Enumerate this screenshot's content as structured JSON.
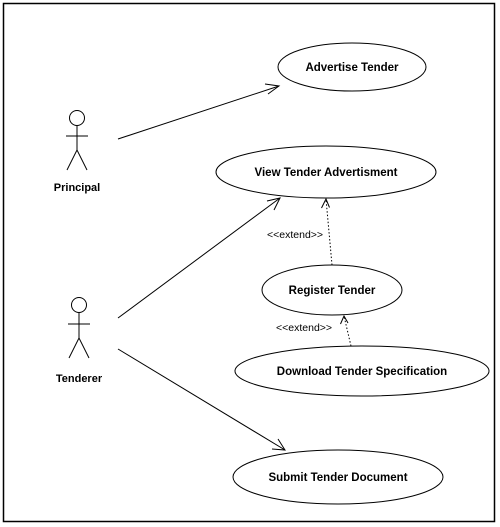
{
  "diagram": {
    "actors": [
      {
        "id": "principal",
        "label": "Principal"
      },
      {
        "id": "tenderer",
        "label": "Tenderer"
      }
    ],
    "use_cases": [
      {
        "id": "advertise",
        "label": "Advertise Tender"
      },
      {
        "id": "view",
        "label": "View Tender Advertisment"
      },
      {
        "id": "register",
        "label": "Register Tender"
      },
      {
        "id": "download",
        "label": "Download Tender Specification"
      },
      {
        "id": "submit",
        "label": "Submit Tender Document"
      }
    ],
    "relations": [
      {
        "from": "principal",
        "to": "advertise",
        "kind": "association"
      },
      {
        "from": "tenderer",
        "to": "view",
        "kind": "association"
      },
      {
        "from": "tenderer",
        "to": "submit",
        "kind": "association"
      },
      {
        "from": "register",
        "to": "view",
        "kind": "extend",
        "label": "<<extend>>"
      },
      {
        "from": "download",
        "to": "register",
        "kind": "extend",
        "label": "<<extend>>"
      }
    ]
  }
}
